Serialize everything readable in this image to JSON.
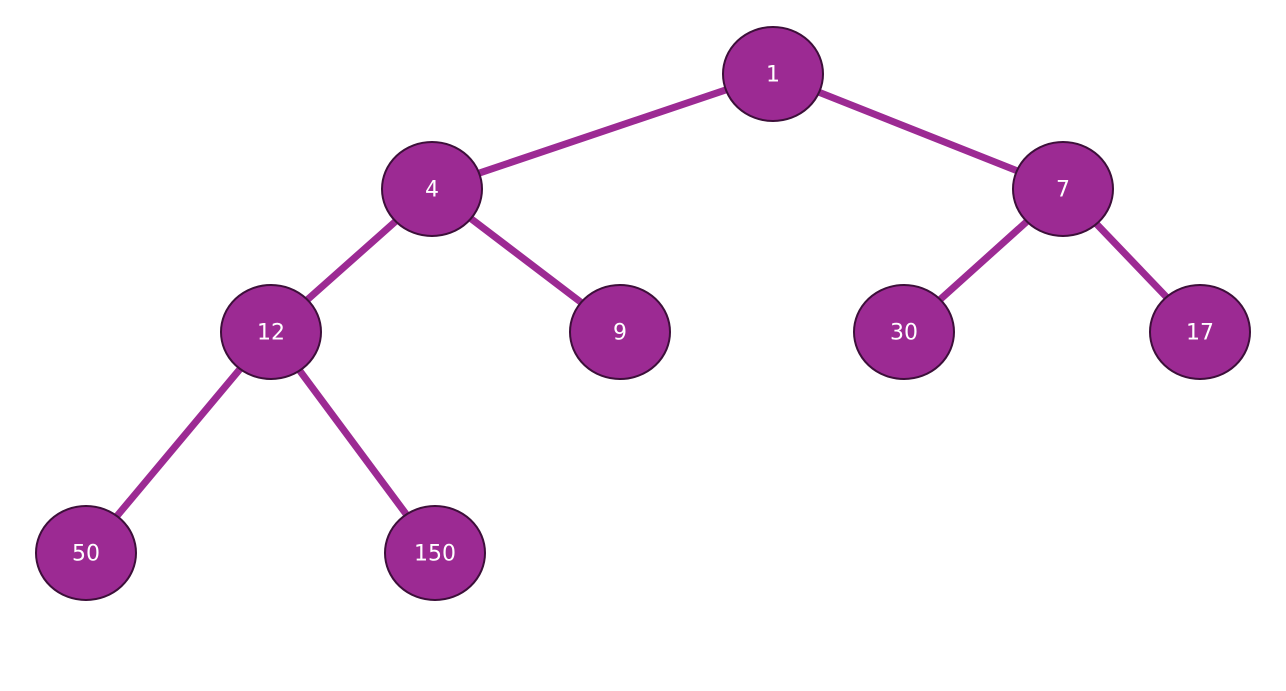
{
  "diagram": {
    "type": "binary-tree",
    "colors": {
      "node_fill": "#9c2a93",
      "node_stroke": "#3d0f3a",
      "edge": "#9c2a93",
      "label": "#ffffff",
      "background": "#ffffff"
    },
    "nodes": [
      {
        "id": "n1",
        "label": "1"
      },
      {
        "id": "n4",
        "label": "4"
      },
      {
        "id": "n7",
        "label": "7"
      },
      {
        "id": "n12",
        "label": "12"
      },
      {
        "id": "n9",
        "label": "9"
      },
      {
        "id": "n30",
        "label": "30"
      },
      {
        "id": "n17",
        "label": "17"
      },
      {
        "id": "n50",
        "label": "50"
      },
      {
        "id": "n150",
        "label": "150"
      }
    ],
    "edges": [
      {
        "from": "n1",
        "to": "n4"
      },
      {
        "from": "n1",
        "to": "n7"
      },
      {
        "from": "n4",
        "to": "n12"
      },
      {
        "from": "n4",
        "to": "n9"
      },
      {
        "from": "n7",
        "to": "n30"
      },
      {
        "from": "n7",
        "to": "n17"
      },
      {
        "from": "n12",
        "to": "n50"
      },
      {
        "from": "n12",
        "to": "n150"
      }
    ]
  }
}
